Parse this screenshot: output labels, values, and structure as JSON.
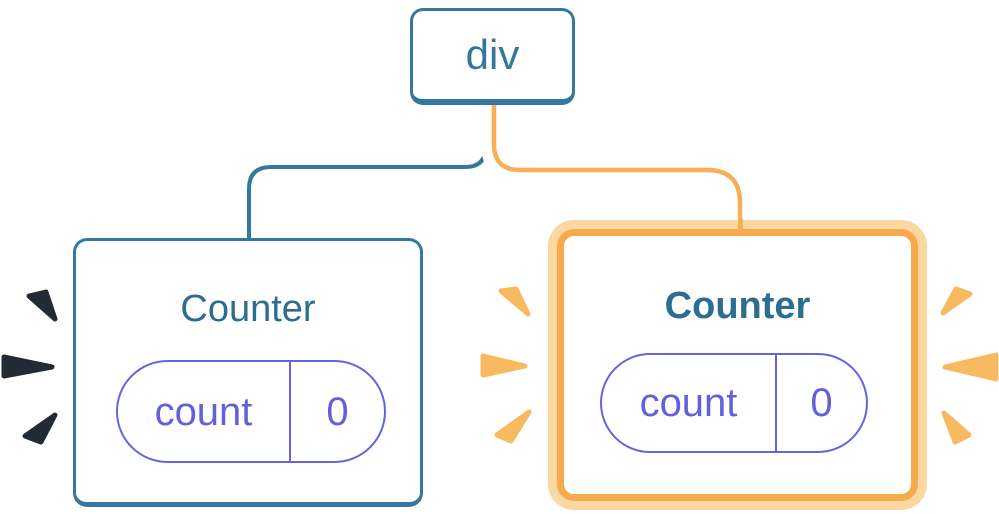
{
  "diagram": {
    "root_node": {
      "label": "div"
    },
    "children": [
      {
        "title": "Counter",
        "state_key": "count",
        "state_value": "0",
        "highlighted": false,
        "edge_color": "steel-blue",
        "burst_rays": "dark"
      },
      {
        "title": "Counter",
        "state_key": "count",
        "state_value": "0",
        "highlighted": true,
        "edge_color": "orange",
        "burst_rays": "orange"
      }
    ]
  },
  "colors": {
    "tree_blue": "#34789E",
    "root_label_blue": "#35769B",
    "title_blue": "#2E6D92",
    "state_pill_border": "#6564DC",
    "state_pill_text": "#6261D9",
    "highlight_border_orange": "#F7A94E",
    "highlight_ring_light_orange": "#FBD7A2",
    "connector_orange": "#F8AE52",
    "ray_orange": "#F8BA60",
    "ray_dark": "#232A35",
    "card_background": "#FFFFFF"
  }
}
